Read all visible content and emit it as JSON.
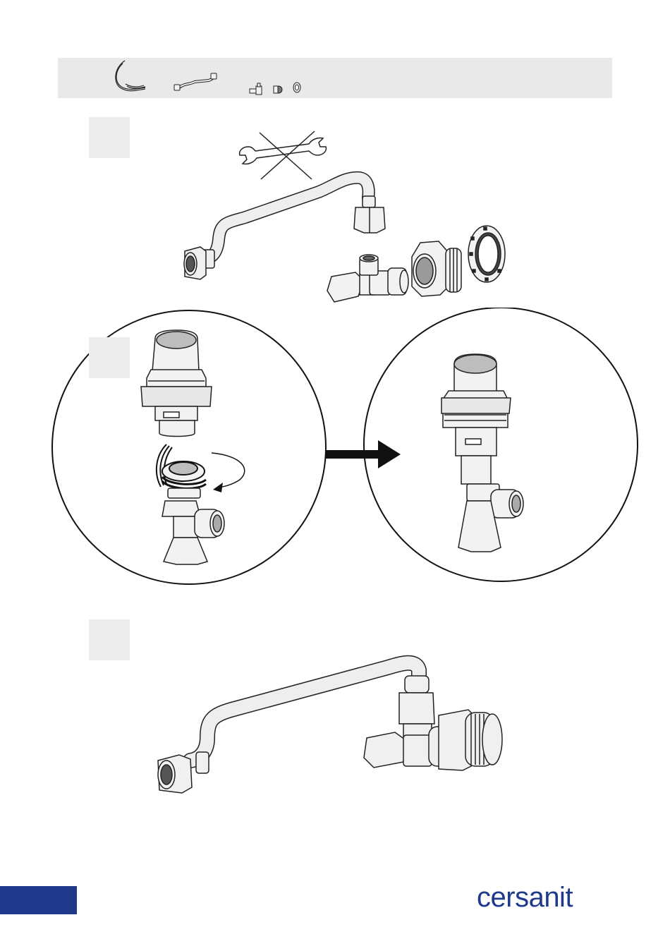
{
  "brand": {
    "name": "cersanit",
    "color": "#1f3a8a"
  },
  "colors": {
    "footer_bar": "#1f3a8a",
    "panel": "#e9e9e9",
    "step_box": "#ececec",
    "line": "#222222",
    "part_fill": "#f2f2f2",
    "part_shade": "#cfcfcf"
  },
  "parts_bar": {
    "items": [
      {
        "icon": "sealing-tape-icon"
      },
      {
        "icon": "flexible-hose-icon"
      },
      {
        "icon": "valve-set-icon"
      }
    ]
  },
  "steps": [
    {
      "icon": "no-wrench-icon",
      "shows": [
        "flexible-hose",
        "angle-valve",
        "threaded-connector",
        "lock-nut"
      ]
    },
    {
      "shows": [
        "connector",
        "sealing-tape",
        "angle-valve",
        "arrow",
        "assembled-connector"
      ]
    },
    {
      "shows": [
        "assembled-hose-and-valve"
      ]
    }
  ]
}
